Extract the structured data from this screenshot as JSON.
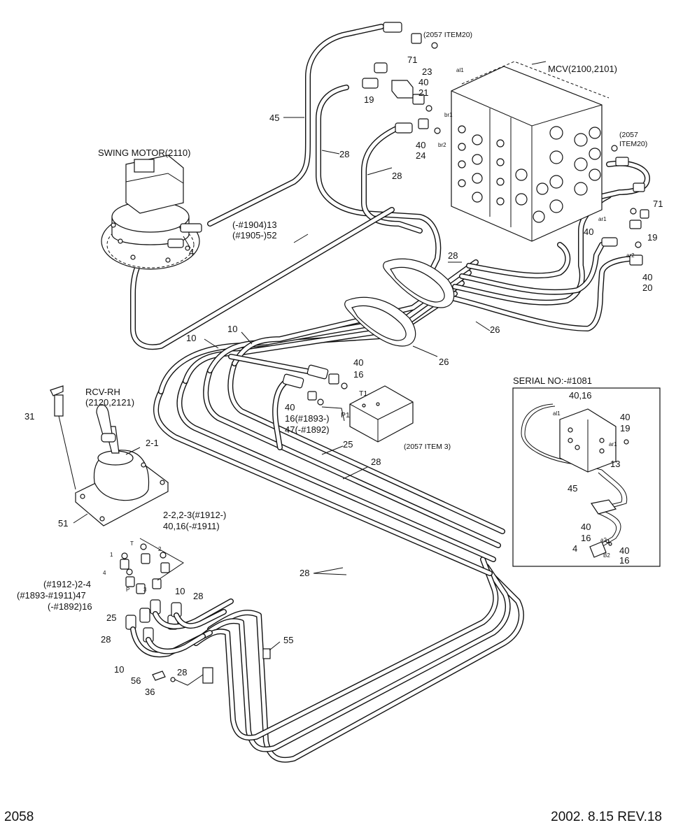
{
  "footer": {
    "page_number": "2058",
    "revision": "2002. 8.15  REV.18"
  },
  "components": {
    "swing_motor": "SWING MOTOR(2110)",
    "mcv": "MCV(2100,2101)",
    "rcv": [
      "RCV-RH",
      "(2120,2121)"
    ],
    "item_2057_a": "(2057 ITEM20)",
    "item_2057_b": [
      "(2057",
      "ITEM20)"
    ],
    "item_2057_c": "(2057 ITEM 3)"
  },
  "port_labels": {
    "al1": "al1",
    "br1": "br1",
    "br2": "br2",
    "ar1": "ar1",
    "ar2": "ar2",
    "t1": "T1",
    "p1": "P1",
    "t": "T",
    "p": "P",
    "p1_num": "1",
    "p2_num": "2",
    "p3_num": "3",
    "p4_num": "4"
  },
  "callouts": {
    "c71a": "71",
    "c23": "23",
    "c40a": "40",
    "c21": "21",
    "c19a": "19",
    "c40b": "40",
    "c24": "24",
    "c45": "45",
    "c28a": "28",
    "c28b": "28",
    "c13": [
      "(-#1904)13",
      "(#1905-)52"
    ],
    "c4": "4",
    "c71b": "71",
    "c40c": "40",
    "c19b": "19",
    "c40d": "40",
    "c20": "20",
    "c28c": "28",
    "c26a": "26",
    "c26b": "26",
    "c10a": "10",
    "c10b": "10",
    "c40e": "40",
    "c16a": "16",
    "c40f": "40",
    "c16b": [
      "16(#1893-)",
      "47(-#1892)"
    ],
    "c25a": "25",
    "c28d": "28",
    "c31": "31",
    "c2_1": "2-1",
    "c51": "51",
    "c2_2": [
      "2-2,2-3(#1912-)",
      "40,16(-#1911)"
    ],
    "c2_4": [
      "(#1912-)2-4",
      "(#1893-#1911)47",
      "(-#1892)16"
    ],
    "c10c": "10",
    "c28e": "28",
    "c25b": "25",
    "c28f": "28",
    "c10d": "10",
    "c28g": "28",
    "c56": "56",
    "c36": "36",
    "c55": "55",
    "c28h": "28"
  },
  "inset": {
    "title": "SERIAL NO:-#1081",
    "labels": {
      "a": "40,16",
      "b": "40",
      "c": "19",
      "d": "13",
      "e": "45",
      "f": "40",
      "g": "16",
      "h": "4",
      "i": "40",
      "j": "16"
    },
    "ports": {
      "al1": "al1",
      "ar1": "ar1",
      "a2": "a2",
      "b2": "B2"
    }
  }
}
